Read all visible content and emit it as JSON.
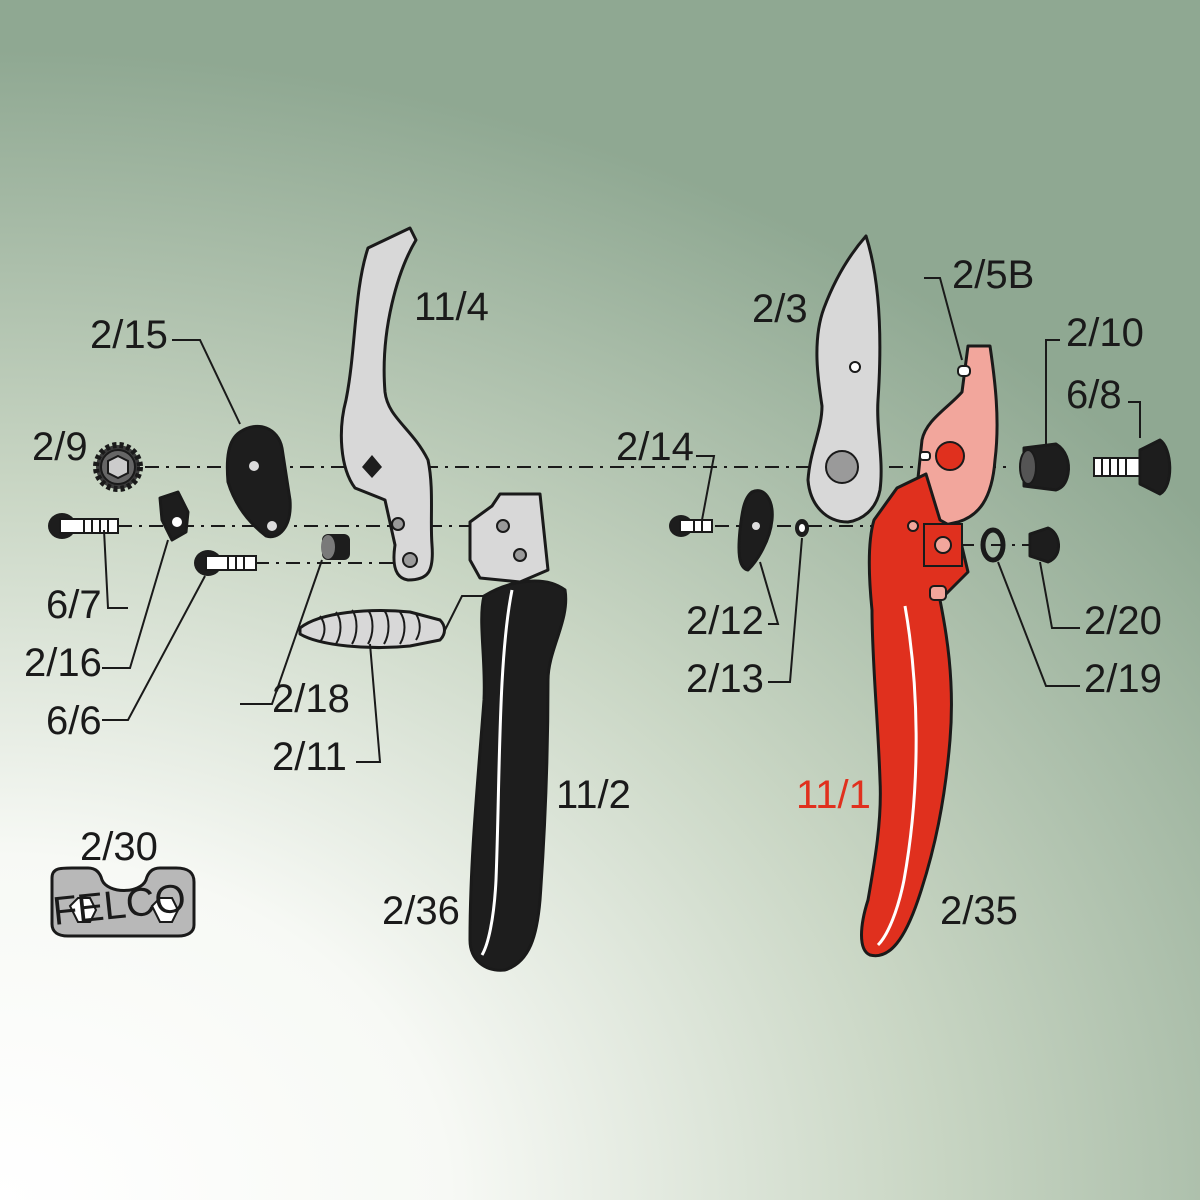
{
  "parts": [
    {
      "id": "p-11-4",
      "code": "11/4"
    },
    {
      "id": "p-2-15",
      "code": "2/15"
    },
    {
      "id": "p-2-9",
      "code": "2/9"
    },
    {
      "id": "p-6-7",
      "code": "6/7"
    },
    {
      "id": "p-2-16",
      "code": "2/16"
    },
    {
      "id": "p-6-6",
      "code": "6/6"
    },
    {
      "id": "p-2-18",
      "code": "2/18"
    },
    {
      "id": "p-2-11",
      "code": "2/11"
    },
    {
      "id": "p-11-2",
      "code": "11/2"
    },
    {
      "id": "p-2-36",
      "code": "2/36"
    },
    {
      "id": "p-2-30",
      "code": "2/30"
    },
    {
      "id": "p-2-3",
      "code": "2/3"
    },
    {
      "id": "p-2-5b",
      "code": "2/5B"
    },
    {
      "id": "p-2-10",
      "code": "2/10"
    },
    {
      "id": "p-6-8",
      "code": "6/8"
    },
    {
      "id": "p-2-14",
      "code": "2/14"
    },
    {
      "id": "p-2-12",
      "code": "2/12"
    },
    {
      "id": "p-2-13",
      "code": "2/13"
    },
    {
      "id": "p-2-20",
      "code": "2/20"
    },
    {
      "id": "p-2-19",
      "code": "2/19"
    },
    {
      "id": "p-11-1",
      "code": "11/1",
      "highlight": true
    },
    {
      "id": "p-2-35",
      "code": "2/35"
    }
  ],
  "wrench_brand": "FELCO",
  "colors": {
    "highlight": "#e0301e",
    "red_handle": "#e0301e",
    "black_handle": "#1d1d1d",
    "steel": "#d8d8d8",
    "background_light": "#ffffff",
    "background_dark": "#8fa892"
  }
}
